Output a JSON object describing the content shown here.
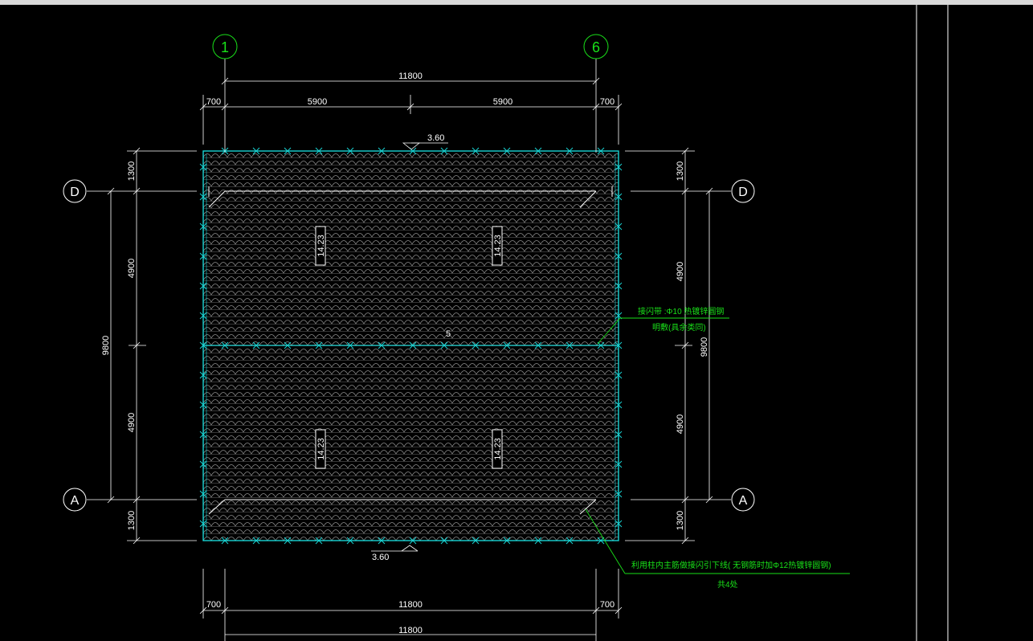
{
  "axes": {
    "col_left": "1",
    "col_right": "6",
    "row_top": "D",
    "row_bottom": "A"
  },
  "dims": {
    "top_total": "11800",
    "top_left_overhang": "700",
    "top_bay_1": "5900",
    "top_bay_2": "5900",
    "top_right_overhang": "700",
    "bottom_left_overhang": "700",
    "bottom_span": "11800",
    "bottom_right_overhang": "700",
    "bottom_total": "11800",
    "left_top_eave": "1300",
    "left_upper_bay": "4900",
    "left_lower_bay": "4900",
    "left_bottom_eave": "1300",
    "left_total": "9800",
    "right_top_eave": "1300",
    "right_upper_bay": "4900",
    "right_lower_bay": "4900",
    "right_bottom_eave": "1300",
    "right_total": "9800"
  },
  "elevations": {
    "top": "3.60",
    "bottom": "3.60",
    "ridge": "5"
  },
  "slopes": {
    "ul": "14.23",
    "ur": "14.23",
    "ll": "14.23",
    "lr": "14.23"
  },
  "notes": {
    "lightning_strip_line1": "接闪带 :Φ10  热镀锌圆钢",
    "lightning_strip_line2": "明敷(具余类同)",
    "down_conductor_line1": "利用柱内主筋做接闪引下线( 无钢筋时加Φ12热镀锌圆钢)",
    "down_conductor_line2": "共4处"
  },
  "colors": {
    "roof_outline": "#18d4d4",
    "notes": "#19e019",
    "dims": "#ffffff",
    "tiles": "#8a8a8a"
  }
}
